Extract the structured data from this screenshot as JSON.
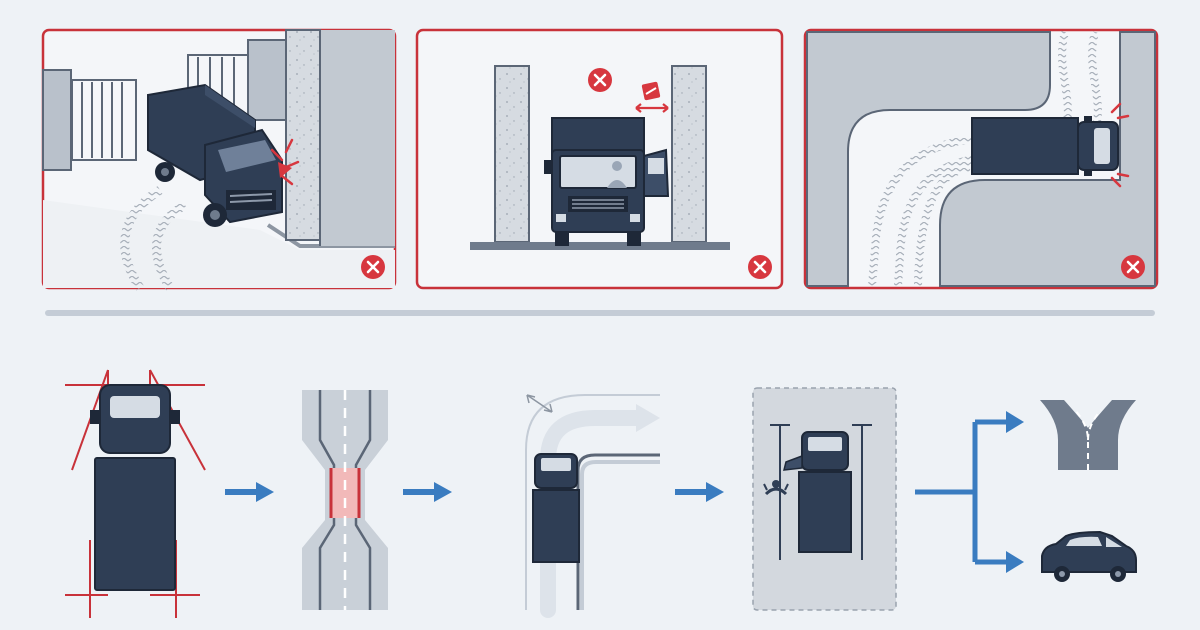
{
  "colors": {
    "background": "#eef2f6",
    "panel_border": "#c8323a",
    "x_badge": "#d7373f",
    "truck_navy": "#2f3e55",
    "concrete": "#cfd5dc",
    "road_grey": "#7d8795",
    "arrow_blue": "#3a7cc0",
    "guide_red": "#c8323a",
    "highlight_pink": "#f2b9b9",
    "zone_grey": "#d3d8de",
    "divider": "#c4ccd6"
  },
  "icons": {
    "wrong": "x-circle-icon",
    "flow": "arrow-right-icon",
    "driver": "person-icon",
    "hazard": "warning-icon"
  },
  "panels": [
    {
      "id": "gate-corner-collision",
      "status": "wrong"
    },
    {
      "id": "narrow-passage-door-open",
      "status": "wrong"
    },
    {
      "id": "tight-turn-wall-contact",
      "status": "wrong"
    }
  ],
  "steps": [
    {
      "id": "check-clearance-corners"
    },
    {
      "id": "narrowing-road"
    },
    {
      "id": "wide-turn-path"
    },
    {
      "id": "exit-in-bay"
    },
    {
      "id": "route-or-vehicle-choice"
    }
  ]
}
